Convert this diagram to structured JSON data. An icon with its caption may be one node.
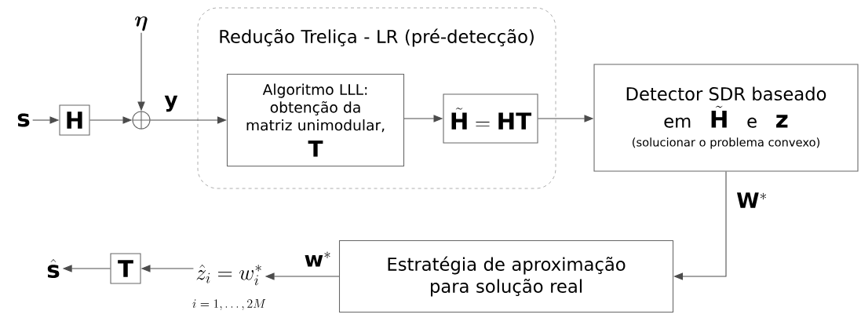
{
  "diagram": {
    "nodes": [
      {
        "text": [
          "\\mathbf{s}"
        ]
      },
      {
        "text": [
          "\\mathbf{H}"
        ]
      },
      {
        "text": [],
        "shape": "circle"
      },
      {
        "text": [
          "\\boldsymbol{\\eta}"
        ]
      },
      {
        "text": [
          "Redução Treliça - LR (pré-detecção)"
        ]
      },
      {
        "text": [
          "Algoritmo LLL: obtenção da matriz unimodular,",
          "\\mathbf{T}"
        ],
        "in": 4
      },
      {
        "text": [
          "\\tilde{\\mathbf{H}} = \\mathbf{HT}"
        ],
        "in": 4
      },
      {
        "text": [
          "Detector SDR baseado",
          "em",
          "\\tilde{\\mathbf{H}}",
          "e",
          "\\mathbf{z}",
          "(solucionar o problema convexo)"
        ]
      },
      {
        "text": [
          "Estratégia de aproximação para solução real"
        ]
      },
      {
        "text": [
          "\\hat{z}_{i} = w_{i}^{*}"
        ],
        "beside": [
          "i = 1, \\ldots, 2M"
        ]
      },
      {
        "text": [
          "\\mathbf{T}"
        ]
      },
      {
        "text": [
          "\\hat{\\mathbf{s}}"
        ]
      }
    ],
    "edges": [
      {
        "from": 0,
        "to": 1,
        "arrow": "to"
      },
      {
        "from": 1,
        "to": 2,
        "arrow": "to"
      },
      {
        "from": 3,
        "to": 2,
        "arrow": "to"
      },
      {
        "from": 2,
        "to": 5,
        "arrow": "to",
        "label": "\\mathbf{y}"
      },
      {
        "from": 5,
        "to": 6,
        "arrow": "to"
      },
      {
        "from": 6,
        "to": 7,
        "arrow": "to"
      },
      {
        "from": 7,
        "to": 8,
        "arrow": "to",
        "label": "\\mathbf{W}^{*}"
      },
      {
        "from": 8,
        "to": 9,
        "arrow": "to",
        "label": "\\mathbf{w}^{*}"
      },
      {
        "from": 9,
        "to": 10,
        "arrow": "to"
      },
      {
        "from": 10,
        "to": 11,
        "arrow": "to"
      }
    ]
  }
}
